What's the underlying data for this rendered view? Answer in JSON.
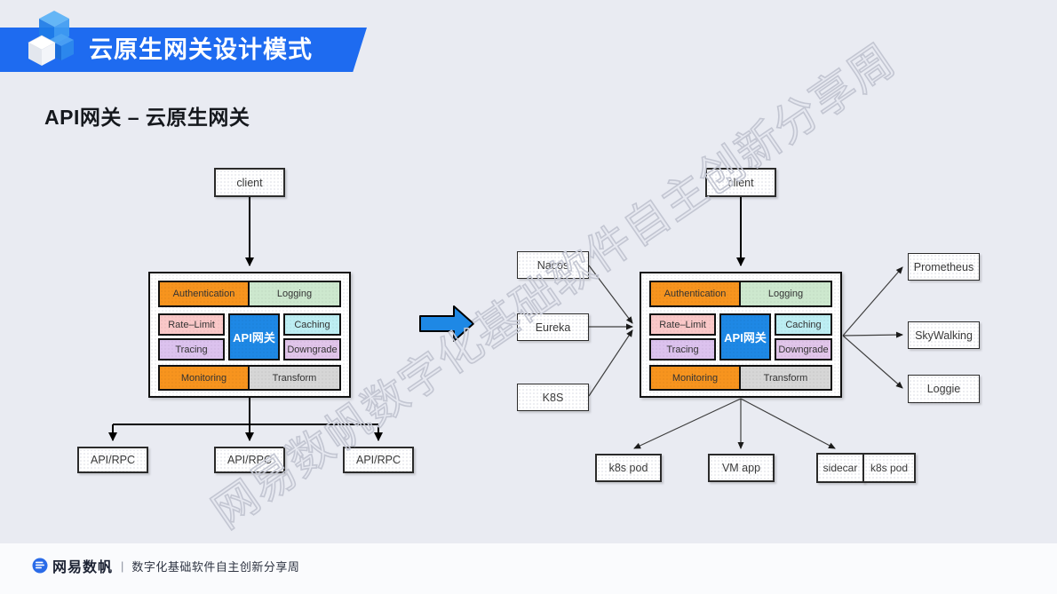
{
  "slide": {
    "banner_title": "云原生网关设计模式",
    "section_title": "API网关 – 云原生网关",
    "watermark": "网易数帆数字化基础软件自主创新分享周"
  },
  "gateway": {
    "auth": "Authentication",
    "logging": "Logging",
    "rate_limit": "Rate–Limit",
    "core": "API网关",
    "caching": "Caching",
    "tracing": "Tracing",
    "downgrade": "Downgrade",
    "monitoring": "Monitoring",
    "transform": "Transform"
  },
  "left_diagram": {
    "client": "client",
    "backends": [
      "API/RPC",
      "API/RPC",
      "API/RPC"
    ]
  },
  "right_diagram": {
    "client": "client",
    "registries": [
      "Nacos",
      "Eureka",
      "K8S"
    ],
    "observability": [
      "Prometheus",
      "SkyWalking",
      "Loggie"
    ],
    "workloads": [
      "k8s pod",
      "VM app"
    ],
    "sidecar_group": [
      "sidecar",
      "k8s pod"
    ]
  },
  "footer": {
    "brand": "网易数帆",
    "separator": "|",
    "tagline": "数字化基础软件自主创新分享周"
  },
  "colors": {
    "background": "#E9EBF2",
    "banner_blue": "#1E6BF0",
    "gateway_blue": "#1E88E5",
    "orange": "#F7941E",
    "green": "#CDE8CE",
    "pink": "#FAC8C8",
    "cyan": "#BDEEF3",
    "lilac": "#DCC2EE",
    "lilac2": "#E1C5EA",
    "gray": "#D6D6D6",
    "arrow_blue": "#1E88E5",
    "watermark_gray": "#C3C6D2"
  }
}
